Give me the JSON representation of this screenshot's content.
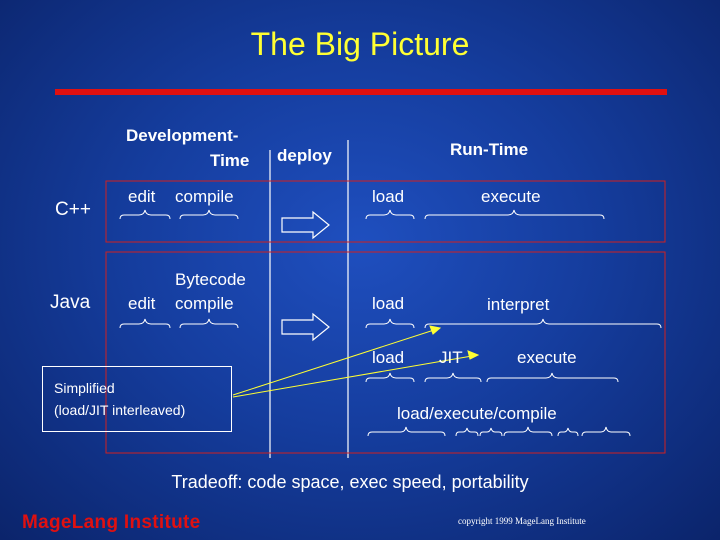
{
  "title": "The Big Picture",
  "headers": {
    "dev_time_1": "Development-",
    "dev_time_2": "Time",
    "deploy": "deploy",
    "run_time": "Run-Time"
  },
  "cpp": {
    "label": "C++",
    "edit": "edit",
    "compile": "compile",
    "load": "load",
    "execute": "execute"
  },
  "java": {
    "label": "Java",
    "edit": "edit",
    "bytecode_1": "Bytecode",
    "bytecode_2": "compile",
    "load": "load",
    "interpret": "interpret",
    "load2": "load",
    "jit": "JIT",
    "execute": "execute",
    "load_execute_compile": "load/execute/compile"
  },
  "note": {
    "line1": "Simplified",
    "line2": "(load/JIT interleaved)"
  },
  "tradeoff": "Tradeoff: code space, exec speed, portability",
  "footer": {
    "institute": "MageLang Institute",
    "copyright": "copyright 1999 MageLang Institute"
  },
  "colors": {
    "title": "#ffff33",
    "accent_bar": "#e01010",
    "box_border": "#d02020",
    "arrow_line": "#ffff33"
  }
}
